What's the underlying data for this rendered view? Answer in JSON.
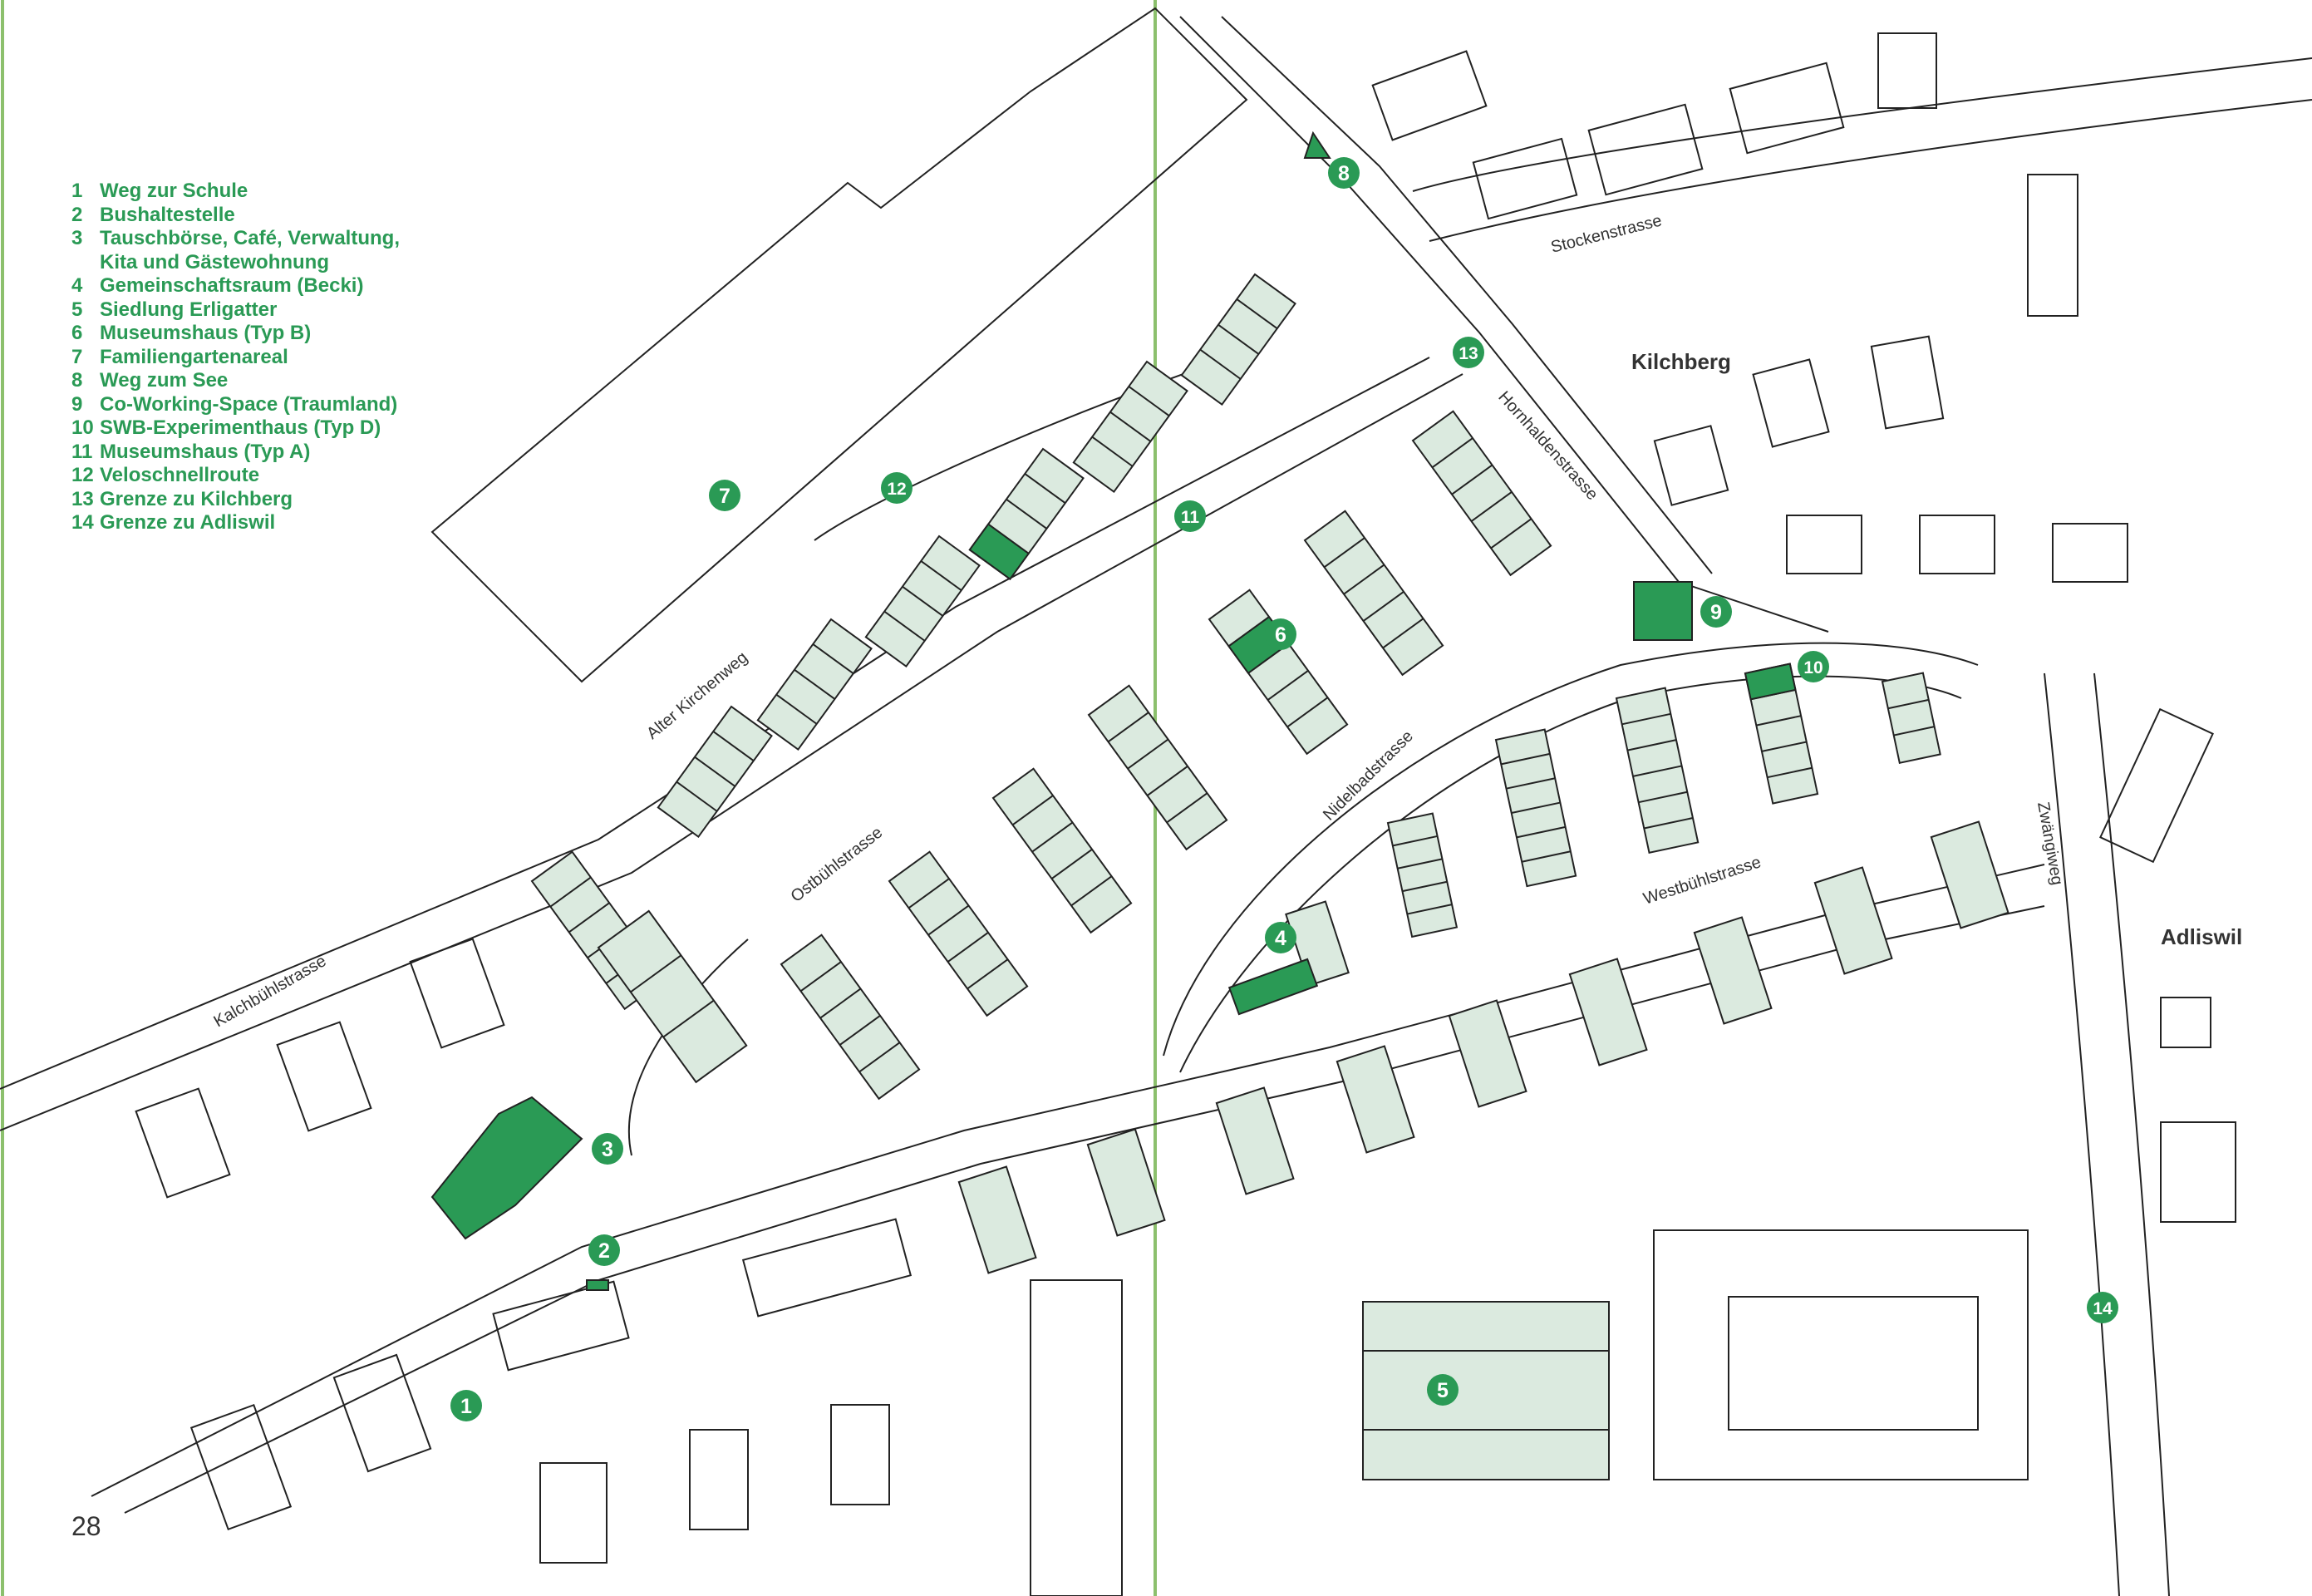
{
  "colors": {
    "green": "#2a9a55",
    "light_green": "#dbeadf",
    "line": "#222222"
  },
  "legend": [
    {
      "num": "1",
      "label": "Weg zur Schule"
    },
    {
      "num": "2",
      "label": "Bushaltestelle"
    },
    {
      "num": "3",
      "label": "Tauschbörse, Café, Verwaltung,",
      "label2": "Kita und Gästewohnung"
    },
    {
      "num": "4",
      "label": "Gemeinschaftsraum (Becki)"
    },
    {
      "num": "5",
      "label": "Siedlung Erligatter"
    },
    {
      "num": "6",
      "label": "Museumshaus (Typ B)"
    },
    {
      "num": "7",
      "label": "Familiengartenareal"
    },
    {
      "num": "8",
      "label": "Weg zum See"
    },
    {
      "num": "9",
      "label": "Co-Working-Space (Traumland)"
    },
    {
      "num": "10",
      "label": "SWB-Experimenthaus (Typ D)"
    },
    {
      "num": "11",
      "label": "Museumshaus (Typ A)"
    },
    {
      "num": "12",
      "label": "Veloschnellroute"
    },
    {
      "num": "13",
      "label": "Grenze zu Kilchberg"
    },
    {
      "num": "14",
      "label": "Grenze zu Adliswil"
    }
  ],
  "streets": {
    "alter_kirchenweg": "Alter Kirchenweg",
    "kalchbuehlstrasse": "Kalchbühlstrasse",
    "ostbuehlstrasse": "Ostbühlstrasse",
    "nidelbadstrasse": "Nidelbadstrasse",
    "westbuehlstrasse": "Westbühlstrasse",
    "hornhaldenstrasse": "Hornhaldenstrasse",
    "stockenstrasse": "Stockenstrasse",
    "zwaengiweg": "Zwängiweg"
  },
  "towns": {
    "kilchberg": "Kilchberg",
    "adliswil": "Adliswil"
  },
  "markers": [
    "1",
    "2",
    "3",
    "4",
    "5",
    "6",
    "7",
    "8",
    "9",
    "10",
    "11",
    "12",
    "13",
    "14"
  ],
  "page_number": "28"
}
